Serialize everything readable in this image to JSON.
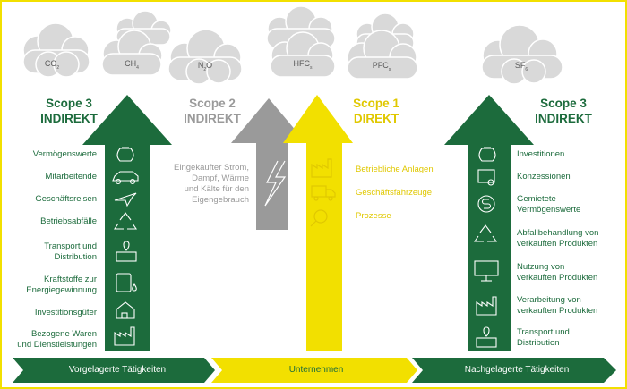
{
  "gases": [
    {
      "base": "CO",
      "sub": "2"
    },
    {
      "base": "CH",
      "sub": "4"
    },
    {
      "base": "N",
      "sub": "2",
      "tail": "O"
    },
    {
      "base": "HFC",
      "sub": "s"
    },
    {
      "base": "PFC",
      "sub": "s"
    },
    {
      "base": "SF",
      "sub": "6"
    }
  ],
  "scopes": {
    "scope3_left": {
      "title": "Scope 3",
      "kind": "INDIREKT"
    },
    "scope2": {
      "title": "Scope 2",
      "kind": "INDIREKT"
    },
    "scope1": {
      "title": "Scope 1",
      "kind": "DIREKT"
    },
    "scope3_right": {
      "title": "Scope 3",
      "kind": "INDIREKT"
    }
  },
  "upstream_items": [
    {
      "label": "Vermögenswerte",
      "icon": "money-bag-icon"
    },
    {
      "label": "Mitarbeitende",
      "icon": "car-icon"
    },
    {
      "label": "Geschäftsreisen",
      "icon": "airplane-icon"
    },
    {
      "label": "Betriebsabfälle",
      "icon": "recycle-icon"
    },
    {
      "label": "Transport und\nDistribution",
      "icon": "map-box-icon"
    },
    {
      "label": "Kraftstoffe zur\nEnergiegewinnung",
      "icon": "fuel-can-icon"
    },
    {
      "label": "Investitionsgüter",
      "icon": "house-icon"
    },
    {
      "label": "Bezogene Waren\nund Dienstleistungen",
      "icon": "factory-icon"
    }
  ],
  "scope2_text": "Eingekaufter Strom,\nDampf, Wärme\nund Kälte für den\nEigengebrauch",
  "scope2_icon": "lightning-icon",
  "scope1_items": [
    {
      "label": "Betriebliche Anlagen",
      "icon": "factory-icon"
    },
    {
      "label": "Geschäftsfahrzeuge",
      "icon": "truck-icon"
    },
    {
      "label": "Prozesse",
      "icon": "magnifier-icon"
    }
  ],
  "downstream_items": [
    {
      "label": "Investitionen",
      "icon": "money-bag-icon"
    },
    {
      "label": "Konzessionen",
      "icon": "certificate-icon"
    },
    {
      "label": "Gemietete\nVermögenswerte",
      "icon": "dollar-coin-icon"
    },
    {
      "label": "Abfallbehandlung von\nverkauften Produkten",
      "icon": "recycle-icon"
    },
    {
      "label": "Nutzung von\nverkauften Produkten",
      "icon": "monitor-icon"
    },
    {
      "label": "Verarbeitung von\nverkauften Produkten",
      "icon": "factory-icon"
    },
    {
      "label": "Transport und\nDistribution",
      "icon": "map-box-icon"
    }
  ],
  "bands": {
    "upstream": "Vorgelagerte Tätigkeiten",
    "company": "Unternehmen",
    "downstream": "Nachgelagerte Tätigkeiten"
  },
  "colors": {
    "green": "#1c6b3c",
    "yellow": "#f2e000",
    "grey": "#9a9a9a",
    "cloud": "#d9d9d9"
  }
}
